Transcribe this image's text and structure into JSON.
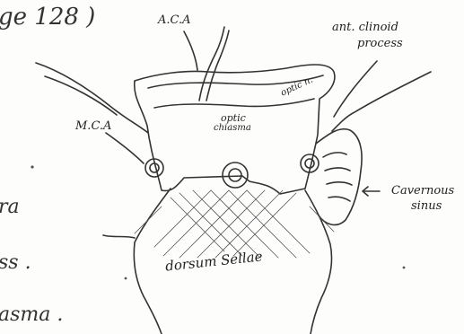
{
  "header_fragment": "ge 128 )",
  "labels": {
    "aca": "A.C.A",
    "ant_clinoid": [
      "ant. clinoid",
      "process"
    ],
    "optic_nerve": "optic n.",
    "optic_chiasma": [
      "optic",
      "chiasma"
    ],
    "mca": "M.C.A",
    "cavernous_sinus": [
      "Cavernous",
      "sinus"
    ],
    "dorsum_sellae": "dorsum Sellae"
  },
  "left_margin_fragments": [
    "ra",
    "ss .",
    "asma ."
  ]
}
